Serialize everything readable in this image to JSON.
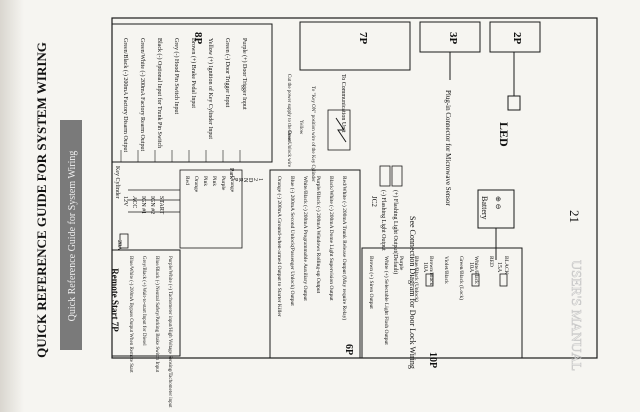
{
  "header": {
    "title": "QUICK REFERENCE GUIDE FOR SYSTEM WIRING",
    "subtitle": "Quick Reference Guide for System Wiring"
  },
  "page_number": "21",
  "footer_watermark": "USER'S MANUAL",
  "connectors": {
    "p8": "8P",
    "p7": "7P",
    "p3": "3P",
    "p2": "2P",
    "p6": "6P",
    "p10": "10P",
    "remote_start": "Remote Start 7P"
  },
  "connector_8p_wires": [
    "Green/Black (-) 200mA Factory Disarm Output",
    "Green/White (-) 200mA Factory Rearm Output",
    "Black (-) Optional Input for Trunk Pin Switch",
    "Grey (-) Hood Pin Switch Input",
    "Brown (+) Brake Pedal Input",
    "Yellow (+) Ignition of Key Cylinder Input",
    "Green (-) Door Trigger Input",
    "Purple (+) Door Trigger Input"
  ],
  "key_cylinder": {
    "label": "Key Cylinder",
    "positions": [
      "12V",
      "ACC",
      "IGN #1",
      "IGN #2",
      "START"
    ],
    "park_label": "Park",
    "gear_letters": [
      "P",
      "R",
      "N",
      "D",
      "2",
      "1"
    ],
    "fuse_label": "20A"
  },
  "remote_start_wires": [
    "Blue/White (-) 200mA Bypass Output When Remote Start",
    "Grey/Black (+) Wait-to-start Input for Diesel",
    "Blue/Black (-) Neutral Safety/Parking Brake Switch Input",
    "Purple/White (+) Tachometer input/High Voltage Sensing/Tachometer input"
  ],
  "relay_labels": [
    "Red",
    "Orange",
    "Pink",
    "Pink",
    "Purple",
    "Orange"
  ],
  "connector_6p_wires": [
    "Orange (-) 200mA Ground-when-armed Output to Starter Killer",
    "Blue (-) 200mA Second Unlock(Passenger Unlock) Output",
    "White/Black (-) 200mA Programmable Auxiliary Output",
    "Purple/Black (-) 200mA Windows Rolling-up Output",
    "Black/White (-) 200mA Dome Light Supervision Output",
    "Red/White (-) 200mA Trunk Release Output (May require Relay)"
  ],
  "connector_10p_wires": [
    "Brown (+) Siren Output",
    "White (+) Selectable Light Flash Output",
    "Purple",
    "Blue/Black (Unlock)",
    "Brown/Black",
    "Violet/Black",
    "Green/Black (Lock)",
    "White/Black",
    "RED",
    "BLACK"
  ],
  "fuses": [
    "10A",
    "10A",
    "15A"
  ],
  "jumpers": {
    "jc2_label": "JC2",
    "opt1": "(-) Flashing Light Output",
    "opt2": "(+) Flashing Light Output(Default)"
  },
  "notes": {
    "see_connection": "See Connection Diagram for Door Lock Wiring",
    "battery": "Battery",
    "plus_minus": "⊕ ⊖",
    "to_comm_unit": "To Communication Unit",
    "led": "LED",
    "microwave": "Plug-in Connector for Microwave Sensor",
    "cut_power": "Cut the power supply to the Door Unlock wire",
    "key_on": "To \"Key ON\" position wire of the Key Cylinder",
    "green": "Green",
    "yellow": "Yellow",
    "orange": "Orange",
    "black": "Black"
  }
}
